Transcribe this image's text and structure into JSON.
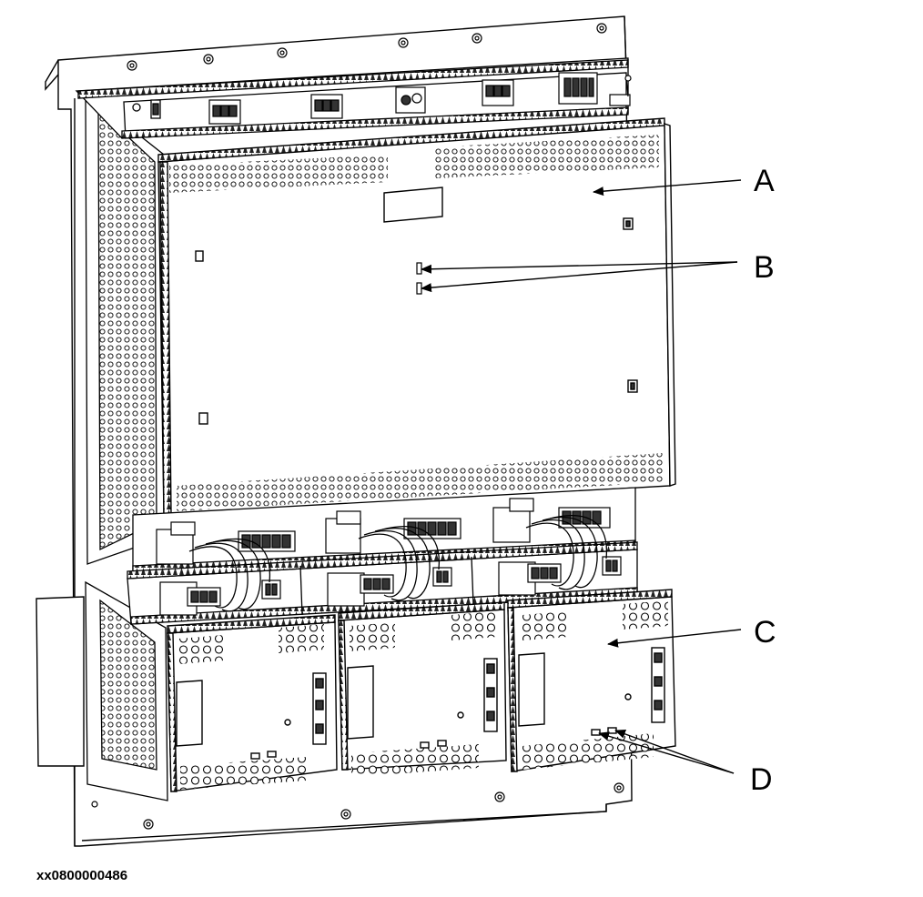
{
  "figure": {
    "callouts": [
      {
        "label": "A",
        "target": "main-unit"
      },
      {
        "label": "B",
        "target": "indicator-leds"
      },
      {
        "label": "C",
        "target": "power-supply-module"
      },
      {
        "label": "D",
        "target": "status-leds"
      }
    ],
    "figure_id": "xx0800000486"
  },
  "colors": {
    "line": "#000000",
    "fill": "#ffffff",
    "shade": "#d9d9d9",
    "dark": "#333333"
  }
}
